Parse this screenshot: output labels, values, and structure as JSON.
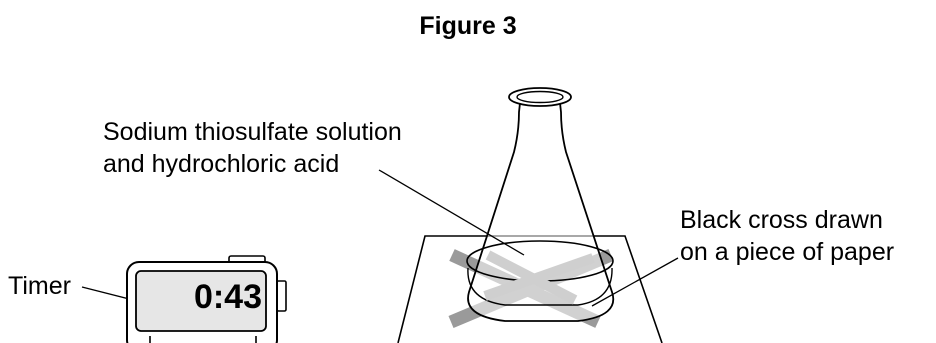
{
  "figure": {
    "title": "Figure 3"
  },
  "labels": {
    "solution_line1": "Sodium thiosulfate solution",
    "solution_line2": "and hydrochloric acid",
    "cross_line1": "Black cross drawn",
    "cross_line2": "on a piece of paper",
    "timer": "Timer"
  },
  "timer": {
    "display": "0:43"
  },
  "colors": {
    "stroke": "#000000",
    "cross": "#999999",
    "cross_visible": "#888888",
    "timer_screen": "#e6e6e6"
  }
}
